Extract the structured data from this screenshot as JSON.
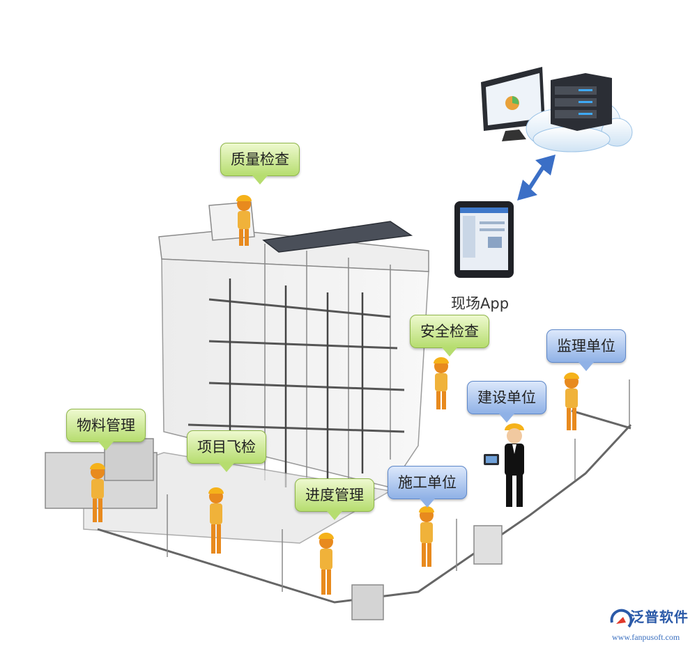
{
  "labels": {
    "quality_check": "质量检查",
    "safety_check": "安全检查",
    "supervisor_unit": "监理单位",
    "construction_owner": "建设单位",
    "materials_mgmt": "物料管理",
    "project_inspection": "项目飞检",
    "progress_mgmt": "进度管理",
    "contractor_unit": "施工单位"
  },
  "app": {
    "caption": "现场App"
  },
  "logo": {
    "brand": "泛普软件",
    "url": "www.fanpusoft.com"
  },
  "colors": {
    "green_label": "#b6dd6f",
    "blue_label": "#8fb1e6",
    "arrow": "#3b6fc6",
    "worker_orange": "#e88a1e",
    "helmet": "#f5b21a"
  },
  "icons": [
    "desktop-monitor-icon",
    "server-icon",
    "cloud-icon",
    "double-arrow-icon",
    "tablet-icon",
    "worker-icon",
    "manager-icon",
    "brand-logo-icon"
  ]
}
